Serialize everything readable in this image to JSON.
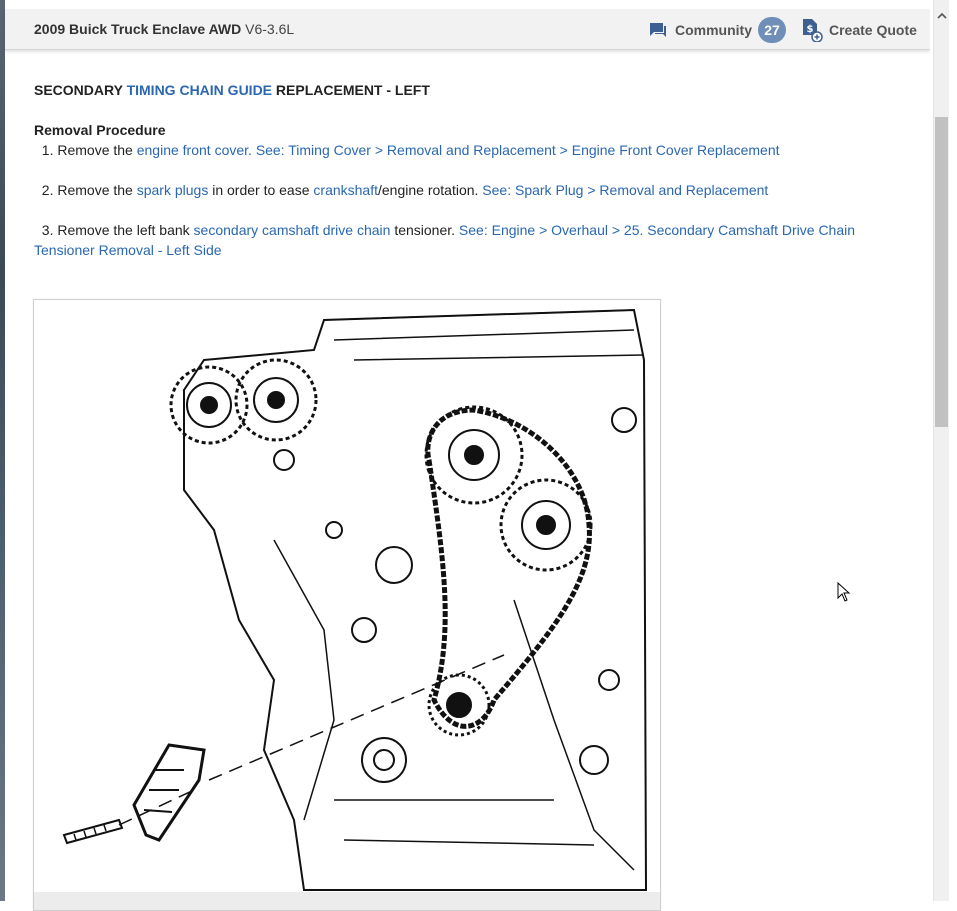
{
  "header": {
    "vehicle_name": "2009 Buick Truck Enclave AWD",
    "engine": "V6-3.6L",
    "community_label": "Community",
    "community_count": "27",
    "create_quote_label": "Create Quote"
  },
  "article": {
    "title_prefix": "SECONDARY",
    "title_link": "TIMING CHAIN GUIDE",
    "title_suffix": "REPLACEMENT - LEFT",
    "section_heading": "Removal Procedure",
    "steps": [
      {
        "num": "1.",
        "t1": "Remove the",
        "l1": "engine front cover.",
        "l2": "See: Timing Cover > Removal and Replacement > Engine Front Cover Replacement"
      },
      {
        "num": "2.",
        "t1": "Remove the",
        "l1": "spark plugs",
        "t2": "in order to ease",
        "l2": "crankshaft",
        "t3": "/engine rotation.",
        "l3": "See: Spark Plug > Removal and Replacement"
      },
      {
        "num": "3.",
        "t1": "Remove the left bank",
        "l1": "secondary camshaft drive chain",
        "t2": "tensioner.",
        "l2": "See: Engine > Overhaul > 25. Secondary Camshaft Drive Chain Tensioner Removal - Left Side"
      }
    ]
  },
  "colors": {
    "link": "#2a67b0",
    "badge": "#6f8fb8",
    "header_bg": "#f2f2f2"
  },
  "icons": {
    "community": "chat-bubble-icon",
    "quote": "quote-document-dollar-icon",
    "scroll_up": "chevron-up-icon"
  }
}
